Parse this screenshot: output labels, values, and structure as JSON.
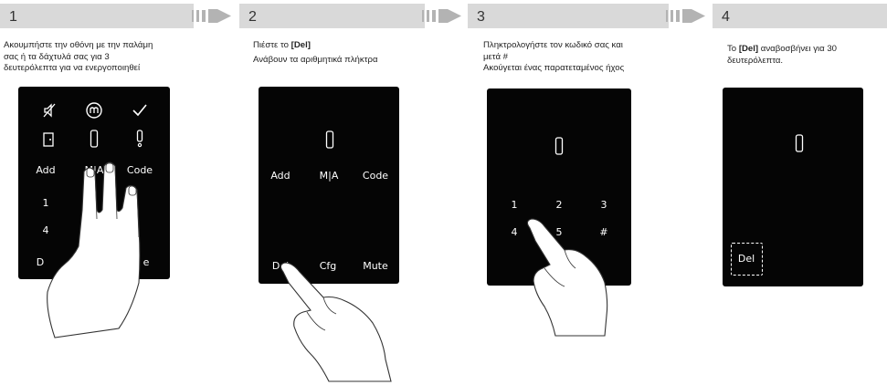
{
  "steps": [
    {
      "number": "1",
      "caption_lines": [
        "Ακουμπήστε την οθόνη με την  παλάμη",
        "σας ή τα δάχτυλά σας για 3",
        "δευτερόλεπτα για να ενεργοποιηθεί"
      ],
      "keys": {
        "add": "Add",
        "ma": "M|A",
        "code": "Code",
        "k1": "1",
        "k4": "4",
        "del_partial": "D",
        "mute_partial": "e"
      },
      "icons": [
        "mute-off-icon",
        "mode-m-icon",
        "checkmark-icon",
        "door-icon",
        "battery-icon",
        "alert-icon"
      ]
    },
    {
      "number": "2",
      "caption_prefix": "Πιέστε το ",
      "caption_bold": "[Del]",
      "caption_line2": "Ανάβουν τα αριθμητικά πλήκτρα",
      "keys": {
        "add": "Add",
        "ma": "M|A",
        "code": "Code",
        "del": "Del",
        "cfg": "Cfg",
        "mute": "Mute"
      }
    },
    {
      "number": "3",
      "caption_lines": [
        "Πληκτρολογήστε τον κωδικό σας και",
        "μετά #",
        "Ακούγεται ένας παρατεταμένος ήχος"
      ],
      "keys": {
        "k1": "1",
        "k2": "2",
        "k3": "3",
        "k4": "4",
        "k5": "5",
        "hash": "#"
      }
    },
    {
      "number": "4",
      "caption_prefix": "Το ",
      "caption_bold": "[Del]",
      "caption_suffix": " αναβοσβήνει για 30",
      "caption_line2": "δευτερόλεπτα.",
      "keys": {
        "del": "Del"
      }
    }
  ],
  "colors": {
    "bar": "#d9d9d9",
    "arrow": "#b3b3b3",
    "panel": "#050505",
    "key_text": "#ffffff"
  }
}
